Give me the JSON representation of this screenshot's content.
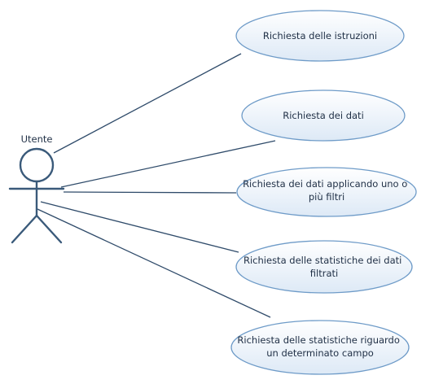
{
  "actor": {
    "label": "Utente"
  },
  "use_cases": [
    {
      "lines": [
        "Richiesta delle istruzioni"
      ]
    },
    {
      "lines": [
        "Richiesta dei dati"
      ]
    },
    {
      "lines": [
        "Richiesta dei dati applicando uno o",
        "più filtri"
      ]
    },
    {
      "lines": [
        "Richiesta delle statistiche dei dati",
        "filtrati"
      ]
    },
    {
      "lines": [
        "Richiesta delle statistiche riguardo",
        "un determinato campo"
      ]
    }
  ],
  "colors": {
    "ellipse_fill_top": "#ffffff",
    "ellipse_fill_bottom": "#dde9f6",
    "ellipse_stroke": "#6e9bc8",
    "line": "#2f4b6a",
    "actor": "#3a5a7a",
    "text": "#1f2f45"
  }
}
